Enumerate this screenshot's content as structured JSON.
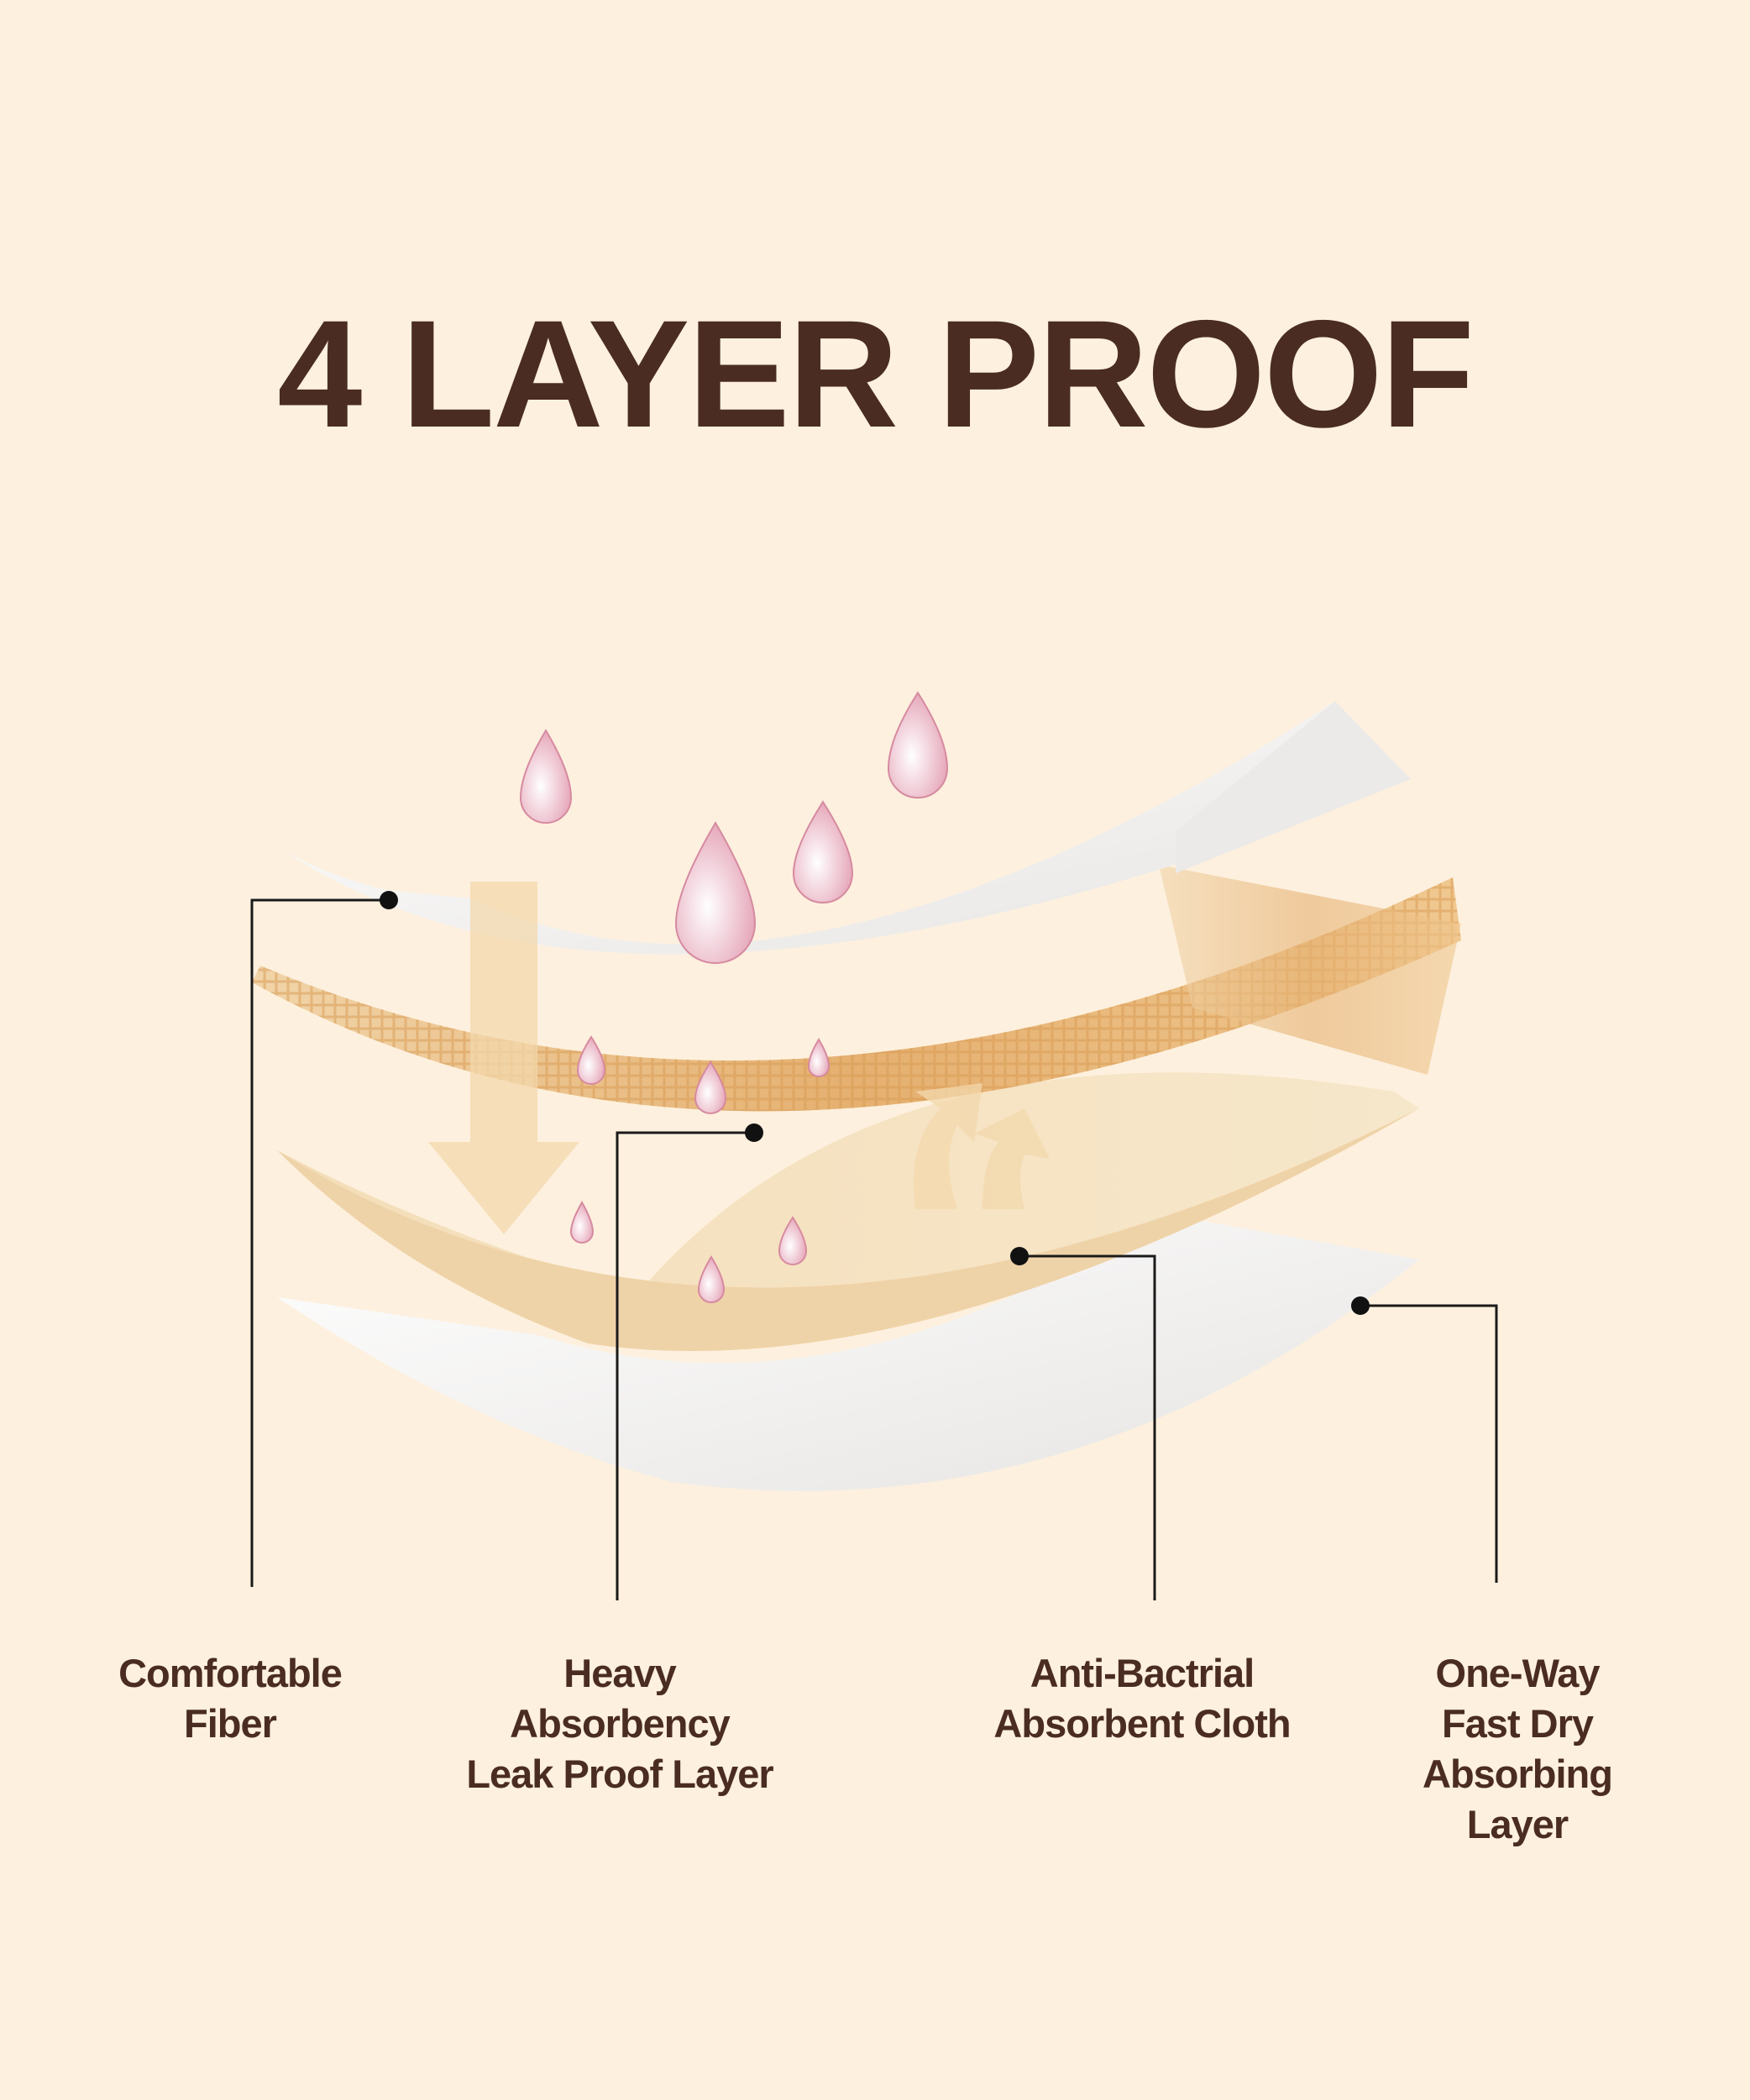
{
  "title": "4 LAYER PROOF",
  "colors": {
    "background": "#fdf0de",
    "text": "#4a2c22",
    "droplet": "#e8a6b8",
    "mesh": "#e9b878"
  },
  "layers": [
    {
      "lines": [
        "Comfortable",
        "Fiber"
      ]
    },
    {
      "lines": [
        "Heavy",
        "Absorbency",
        "Leak Proof Layer"
      ]
    },
    {
      "lines": [
        "Anti-Bactrial",
        "Absorbent Cloth"
      ]
    },
    {
      "lines": [
        "One-Way",
        "Fast Dry",
        "Absorbing",
        "Layer"
      ]
    }
  ]
}
